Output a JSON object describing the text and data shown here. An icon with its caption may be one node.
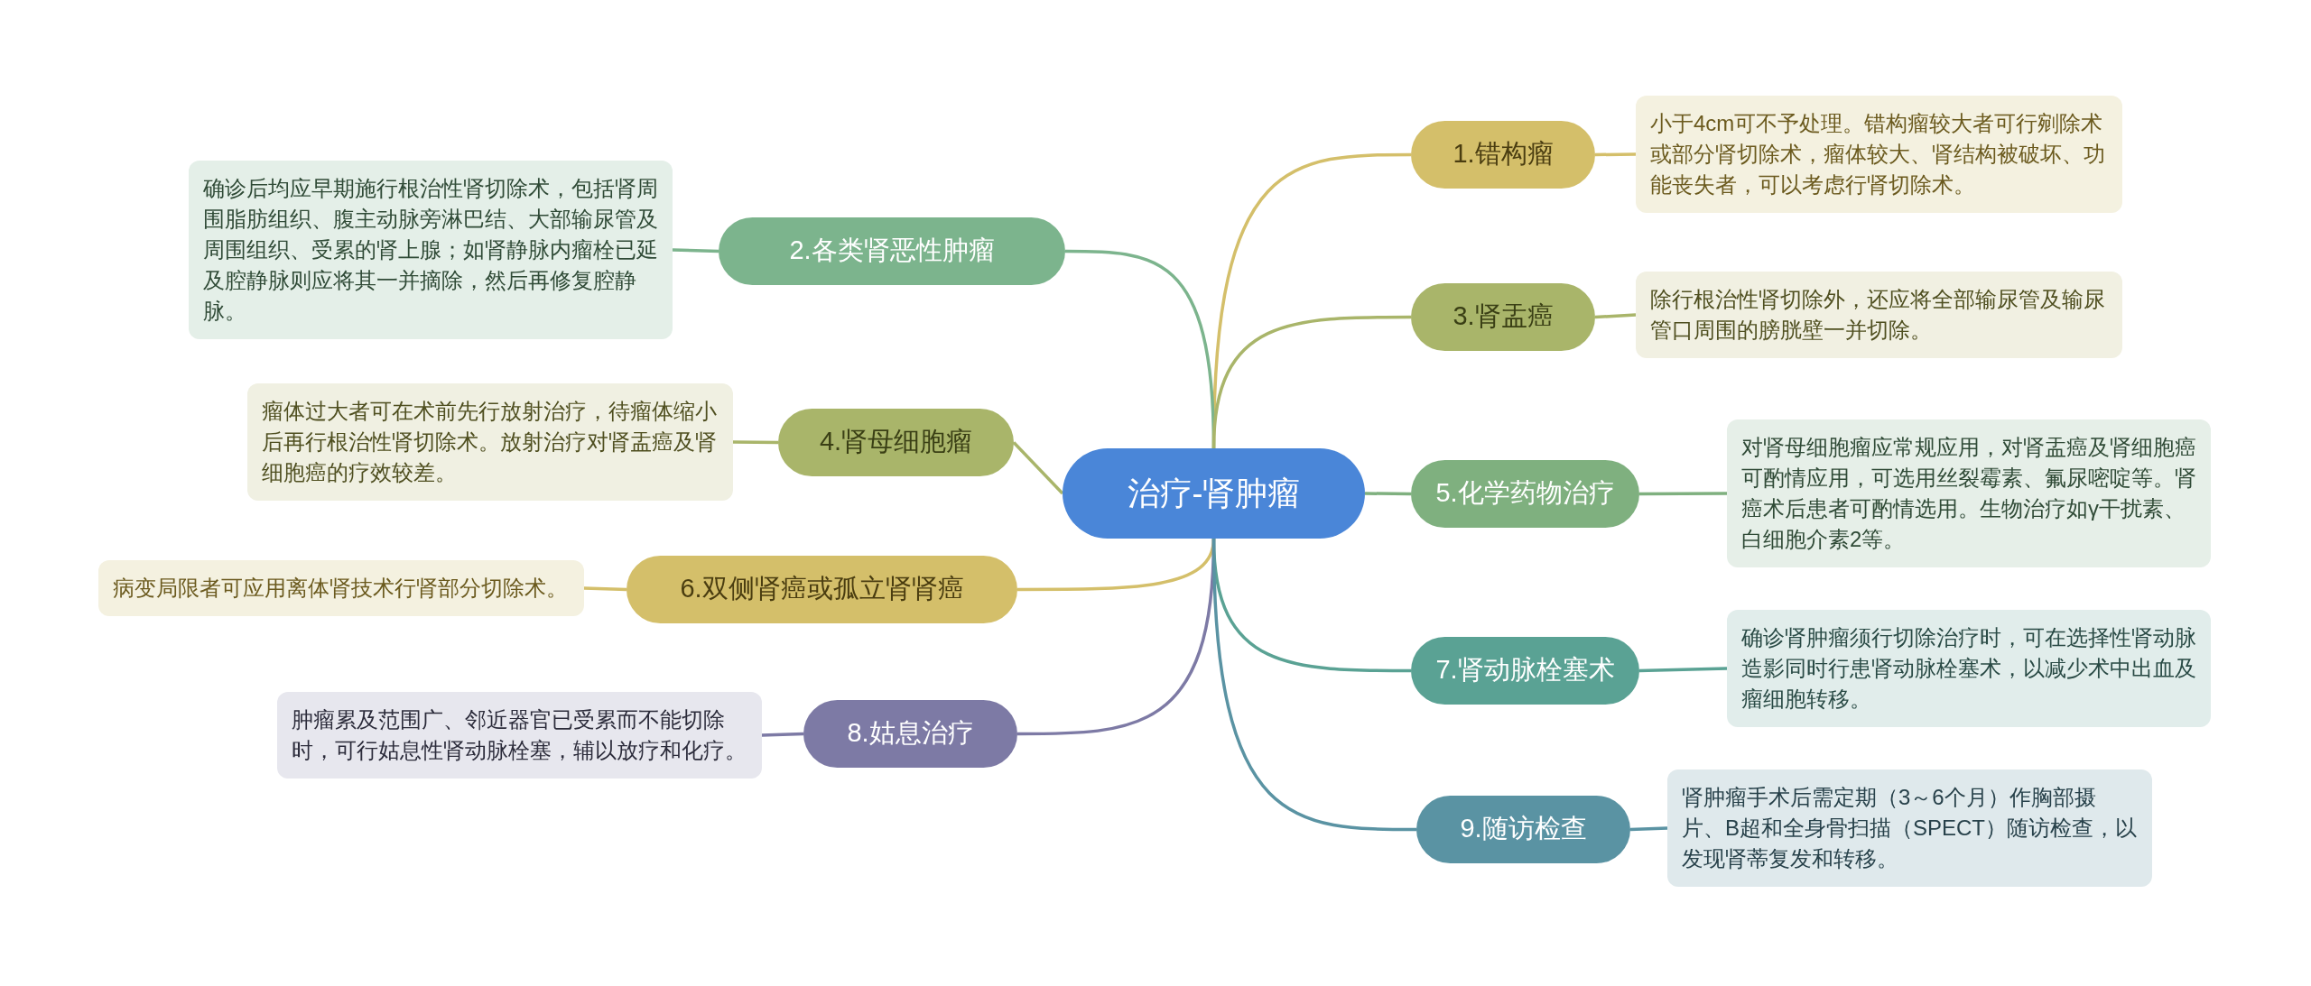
{
  "diagram": {
    "nodes": [
      {
        "text": [
          "治疗-肾肿瘤"
        ]
      },
      {
        "text": [
          "1.错构瘤"
        ]
      },
      {
        "text": [
          "小于4cm可不予处理。错构瘤较大者可行剜除术或部分肾切除术，瘤体较大、肾结构被破坏、功能丧失者，可以考虑行肾切除术。"
        ]
      },
      {
        "text": [
          "2.各类肾恶性肿瘤"
        ]
      },
      {
        "text": [
          "确诊后均应早期施行根治性肾切除术，包括肾周围脂肪组织、腹主动脉旁淋巴结、大部输尿管及周围组织、受累的肾上腺；如肾静脉内瘤栓已延及腔静脉则应将其一并摘除，然后再修复腔静脉。"
        ]
      },
      {
        "text": [
          "3.肾盂癌"
        ]
      },
      {
        "text": [
          "除行根治性肾切除外，还应将全部输尿管及输尿管口周围的膀胱壁一并切除。"
        ]
      },
      {
        "text": [
          "4.肾母细胞瘤"
        ]
      },
      {
        "text": [
          "瘤体过大者可在术前先行放射治疗，待瘤体缩小后再行根治性肾切除术。放射治疗对肾盂癌及肾细胞癌的疗效较差。"
        ]
      },
      {
        "text": [
          "5.化学药物治疗"
        ]
      },
      {
        "text": [
          "对肾母细胞瘤应常规应用，对肾盂癌及肾细胞癌可酌情应用，可选用丝裂霉素、氟尿嘧啶等。肾癌术后患者可酌情选用。生物治疗如γ干扰素、白细胞介素2等。"
        ]
      },
      {
        "text": [
          "6.双侧肾癌或孤立肾肾癌"
        ]
      },
      {
        "text": [
          "病变局限者可应用离体肾技术行肾部分切除术。"
        ]
      },
      {
        "text": [
          "7.肾动脉栓塞术"
        ]
      },
      {
        "text": [
          "确诊肾肿瘤须行切除治疗时，可在选择性肾动脉造影同时行患肾动脉栓塞术，以减少术中出血及瘤细胞转移。"
        ]
      },
      {
        "text": [
          "8.姑息治疗"
        ]
      },
      {
        "text": [
          "肿瘤累及范围广、邻近器官已受累而不能切除时，可行姑息性肾动脉栓塞，辅以放疗和化疗。"
        ]
      },
      {
        "text": [
          "9.随访检查"
        ]
      },
      {
        "text": [
          "肾肿瘤手术后需定期（3～6个月）作胸部摄片、B超和全身骨扫描（SPECT）随访检查，以发现肾蒂复发和转移。"
        ]
      }
    ],
    "edges": [
      {
        "from": 0,
        "to": 1,
        "arrow": "none",
        "color": "#d4bf6a"
      },
      {
        "from": 1,
        "to": 2,
        "arrow": "none",
        "color": "#d4bf6a"
      },
      {
        "from": 0,
        "to": 3,
        "arrow": "none",
        "color": "#7cb48d"
      },
      {
        "from": 3,
        "to": 4,
        "arrow": "none",
        "color": "#7cb48d"
      },
      {
        "from": 0,
        "to": 5,
        "arrow": "none",
        "color": "#a9b56a"
      },
      {
        "from": 5,
        "to": 6,
        "arrow": "none",
        "color": "#a9b56a"
      },
      {
        "from": 0,
        "to": 7,
        "arrow": "none",
        "color": "#a9b56a"
      },
      {
        "from": 7,
        "to": 8,
        "arrow": "none",
        "color": "#a9b56a"
      },
      {
        "from": 0,
        "to": 9,
        "arrow": "none",
        "color": "#7fb07f"
      },
      {
        "from": 9,
        "to": 10,
        "arrow": "none",
        "color": "#7fb07f"
      },
      {
        "from": 0,
        "to": 11,
        "arrow": "none",
        "color": "#d4bf6a"
      },
      {
        "from": 11,
        "to": 12,
        "arrow": "none",
        "color": "#d4bf6a"
      },
      {
        "from": 0,
        "to": 13,
        "arrow": "none",
        "color": "#5aa294"
      },
      {
        "from": 13,
        "to": 14,
        "arrow": "none",
        "color": "#5aa294"
      },
      {
        "from": 0,
        "to": 15,
        "arrow": "none",
        "color": "#7d7aa5"
      },
      {
        "from": 15,
        "to": 16,
        "arrow": "none",
        "color": "#7d7aa5"
      },
      {
        "from": 0,
        "to": 17,
        "arrow": "none",
        "color": "#5a93a3"
      },
      {
        "from": 17,
        "to": 18,
        "arrow": "none",
        "color": "#5a93a3"
      }
    ]
  }
}
